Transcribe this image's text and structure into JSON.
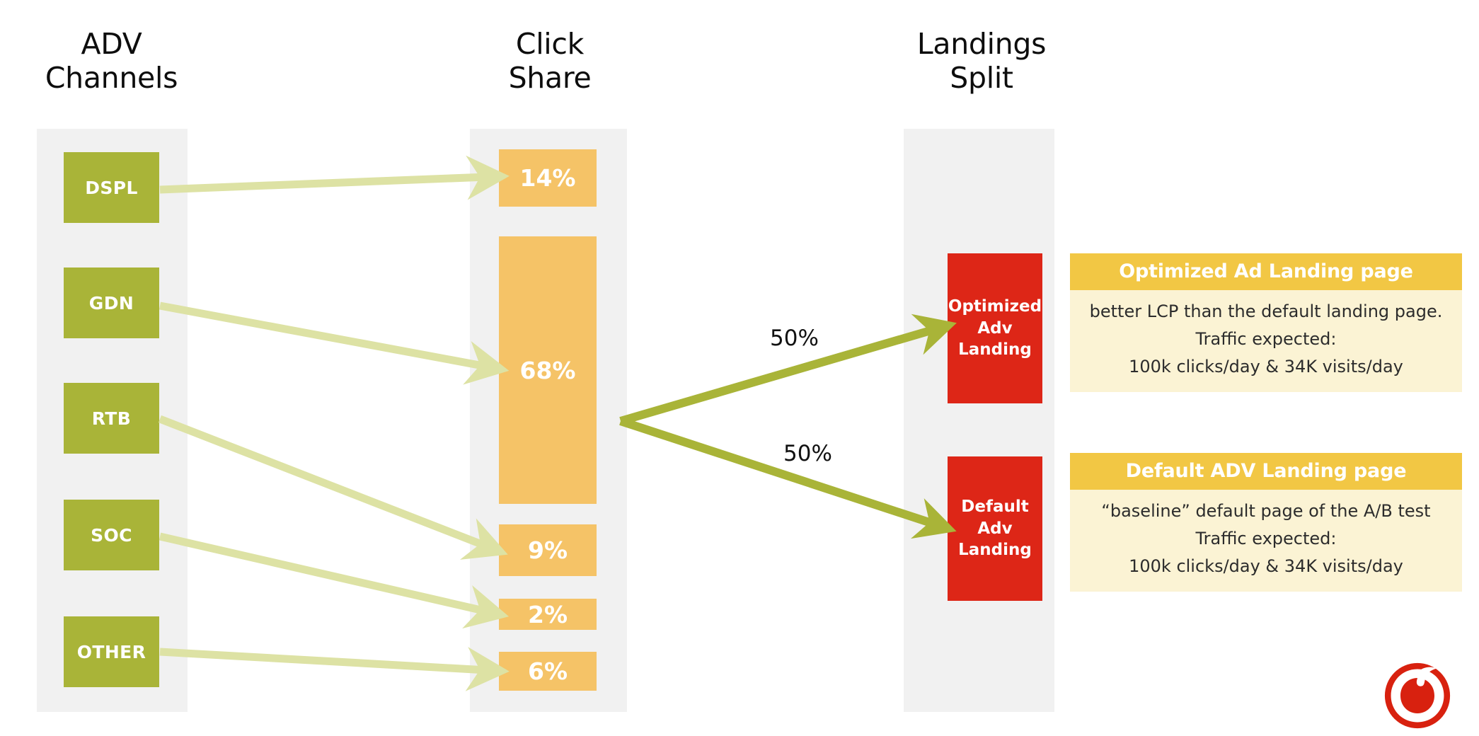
{
  "diagram": {
    "title": "ADV Channels to Click Share to Landings Split",
    "colors": {
      "green": "#a9b438",
      "light_green_arrow": "#dde2a4",
      "dark_green_arrow": "#a9b438",
      "orange_bar": "#f5c367",
      "card_header_yellow": "#f2c744",
      "card_body_cream": "#fbf3d4",
      "landing_red": "#dd2617",
      "lane_gray": "#f1f1f1",
      "logo_red": "#d8210f"
    }
  },
  "columns": [
    {
      "id": "adv-channels",
      "title": "ADV\nChannels"
    },
    {
      "id": "click-share",
      "title": "Click\nShare"
    },
    {
      "id": "landings-split",
      "title": "Landings\nSplit"
    }
  ],
  "adv_channels": [
    {
      "label": "DSPL"
    },
    {
      "label": "GDN"
    },
    {
      "label": "RTB"
    },
    {
      "label": "SOC"
    },
    {
      "label": "OTHER"
    }
  ],
  "click_share": [
    {
      "label": "14%",
      "value": 14,
      "source": "DSPL"
    },
    {
      "label": "68%",
      "value": 68,
      "source": "GDN"
    },
    {
      "label": "9%",
      "value": 9,
      "source": "RTB"
    },
    {
      "label": "2%",
      "value": 2,
      "source": "SOC"
    },
    {
      "label": "6%",
      "value": 6,
      "source": "OTHER"
    }
  ],
  "split": {
    "top_label": "50%",
    "bottom_label": "50%"
  },
  "landings": [
    {
      "label": "Optimized\nAdv\nLanding"
    },
    {
      "label": "Default\nAdv\nLanding"
    }
  ],
  "info_cards": [
    {
      "header": "Optimized Ad Landing page",
      "body": "better LCP than the default landing page.\nTraffic expected:\n100k clicks/day  & 34K visits/day"
    },
    {
      "header": "Default ADV Landing page",
      "body": "“baseline” default page of the A/B test\nTraffic expected:\n100k clicks/day  & 34K visits/day"
    }
  ],
  "logo": {
    "name": "vodafone-logo"
  },
  "chart_data": {
    "type": "bar",
    "title": "Click Share",
    "categories": [
      "DSPL",
      "GDN",
      "RTB",
      "SOC",
      "OTHER"
    ],
    "values": [
      14,
      68,
      9,
      2,
      6
    ],
    "xlabel": "ADV Channels",
    "ylabel": "Click Share (%)",
    "ylim": [
      0,
      100
    ],
    "labels": [
      "14%",
      "68%",
      "9%",
      "2%",
      "6%"
    ],
    "grid": false,
    "legend": "none",
    "annotations": [
      "50% of clicks routed to Optimized Adv Landing",
      "50% of clicks routed to Default Adv Landing"
    ]
  }
}
